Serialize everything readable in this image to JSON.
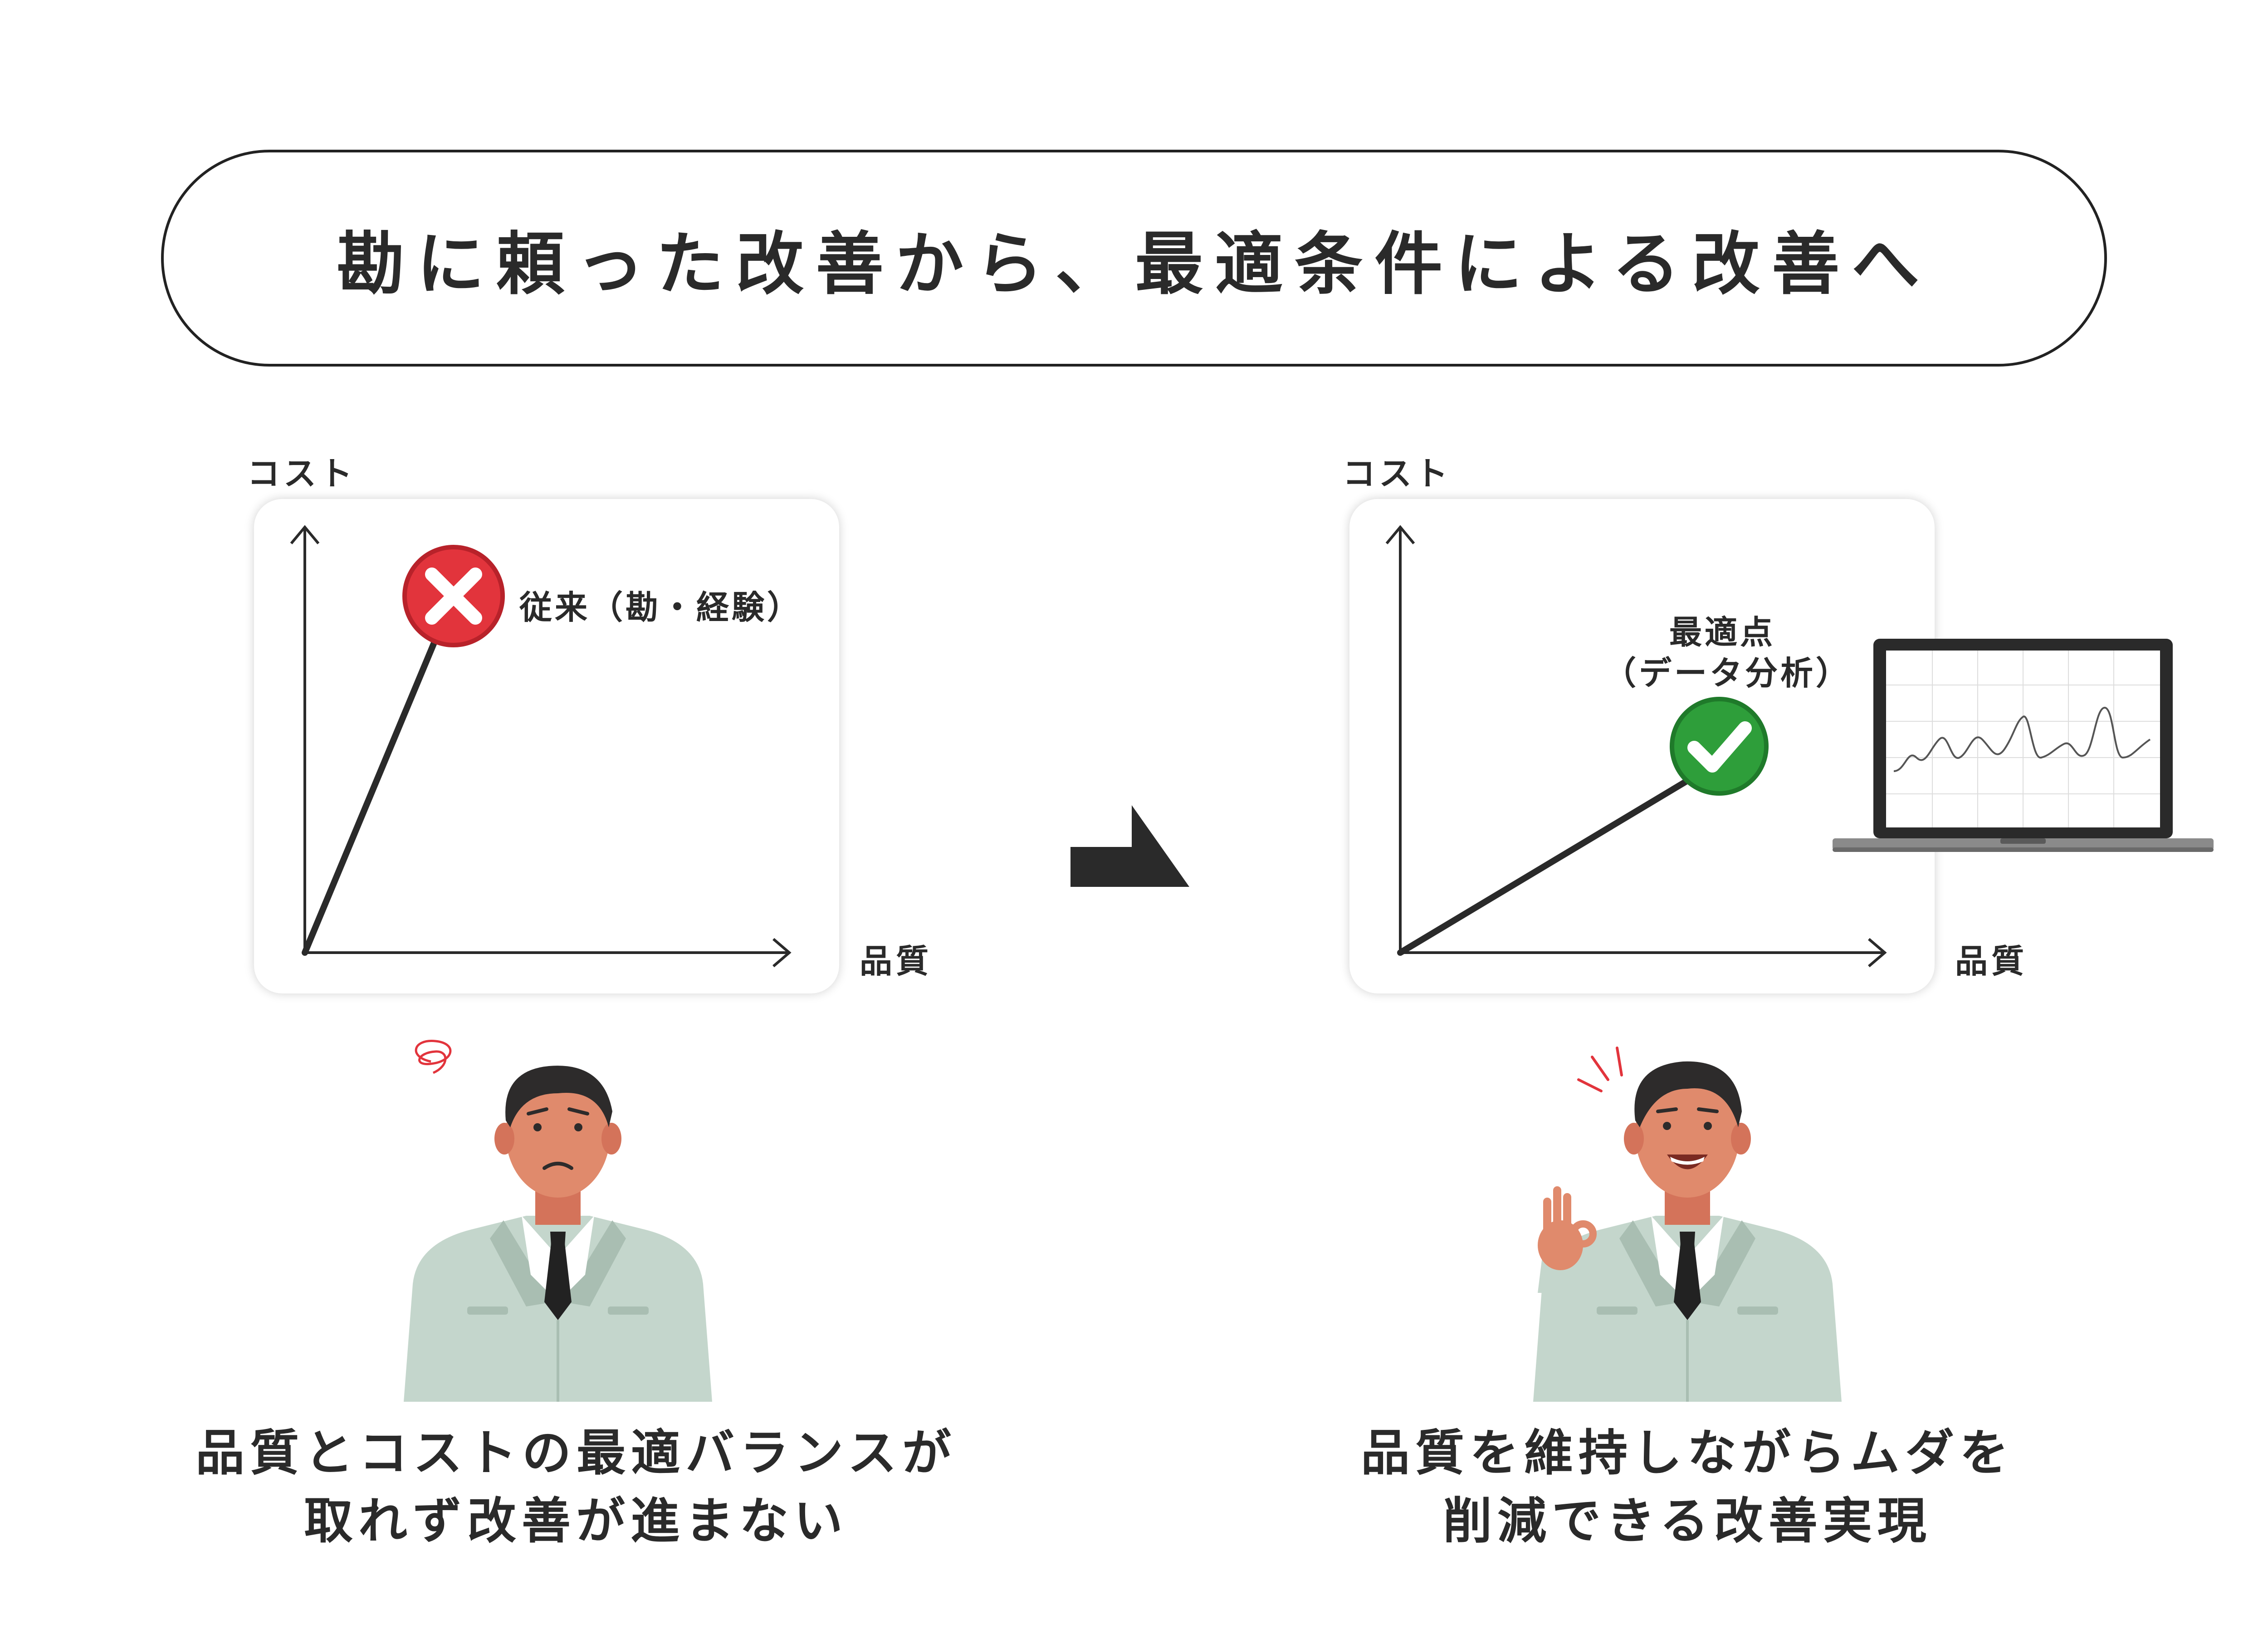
{
  "title": "勘に頼った改善から、最適条件による改善へ",
  "left": {
    "y_axis_label": "コスト",
    "x_axis_label": "品質",
    "point_label": "従来（勘・経験）",
    "point_icon": "cross-icon",
    "point_color": "#e2343c",
    "caption_line1": "品質とコストの最適バランスが",
    "caption_line2": "取れず改善が進まない"
  },
  "right": {
    "y_axis_label": "コスト",
    "x_axis_label": "品質",
    "point_label_line1": "最適点",
    "point_label_line2": "（データ分析）",
    "point_icon": "check-icon",
    "point_color": "#2e9e3a",
    "caption_line1": "品質を維持しながらムダを",
    "caption_line2": "削減できる改善実現"
  },
  "colors": {
    "ink": "#2a2a2a",
    "uniform": "#c4d6cc",
    "skin": "#e08a6c",
    "hair": "#2d2b2b"
  }
}
